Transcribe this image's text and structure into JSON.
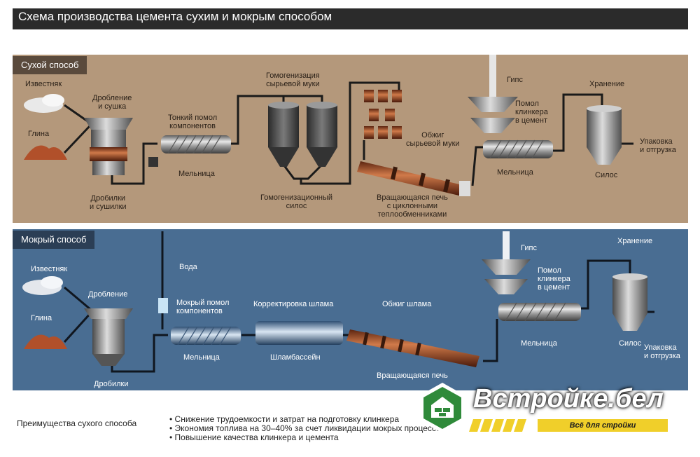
{
  "title": "Схема производства цемента сухим и мокрым способом",
  "dry": {
    "tab": "Сухой способ",
    "limestone": "Известняк",
    "clay": "Глина",
    "crushing_drying": [
      "Дробление",
      "и сушка"
    ],
    "crushers_dryers": [
      "Дробилки",
      "и сушилки"
    ],
    "fine_grinding": [
      "Тонкий помол",
      "компонентов"
    ],
    "mill": "Мельница",
    "homogenization": [
      "Гомогенизация",
      "сырьевой муки"
    ],
    "homog_silo": [
      "Гомогенизационный",
      "силос"
    ],
    "firing": [
      "Обжиг",
      "сырьевой муки"
    ],
    "kiln": [
      "Вращающаяся печь",
      "с циклонными",
      "теплообменниками"
    ],
    "gypsum": "Гипс",
    "clinker_grinding": [
      "Помол",
      "клинкера",
      "в цемент"
    ],
    "mill2": "Мельница",
    "storage": "Хранение",
    "packing": [
      "Упаковка",
      "и отгрузка"
    ],
    "silo": "Силос"
  },
  "wet": {
    "tab": "Мокрый способ",
    "limestone": "Известняк",
    "clay": "Глина",
    "crushing": "Дробление",
    "crushers": "Дробилки",
    "water": "Вода",
    "wet_grinding": [
      "Мокрый помол",
      "компонентов"
    ],
    "mill": "Мельница",
    "slurry_correction": "Корректировка шлама",
    "slurry_basin": "Шламбассейн",
    "slurry_firing": "Обжиг шлама",
    "kiln": "Вращающаяся печь",
    "gypsum": "Гипс",
    "clinker_grinding": [
      "Помол",
      "клинкера",
      "в цемент"
    ],
    "mill2": "Мельница",
    "storage": "Хранение",
    "packing": [
      "Упаковка",
      "и отгрузка"
    ],
    "silo": "Силос"
  },
  "advantages": {
    "title": "Преимущества сухого способа",
    "items": [
      "• Снижение трудоемкости и затрат на подготовку клинкера",
      "• Экономия топлива на 30–40% за счет ликвидации мокрых процессов",
      "• Повышение качества клинкера и цемента"
    ]
  },
  "logo": {
    "name": "Встройке.бел",
    "slogan": "Всё для стройки"
  }
}
